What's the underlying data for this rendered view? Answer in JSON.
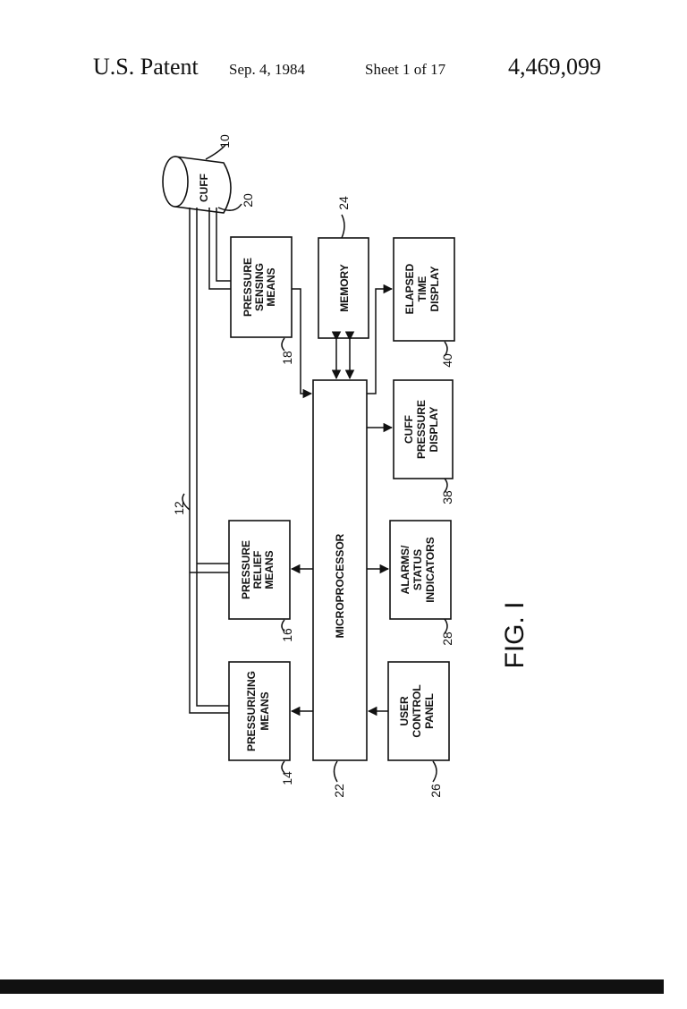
{
  "header": {
    "title": "U.S. Patent",
    "date": "Sep. 4, 1984",
    "sheet": "Sheet 1 of 17",
    "patent_number": "4,469,099"
  },
  "blocks": {
    "cuff": [
      "CUFF"
    ],
    "pressure_sensing": [
      "PRESSURE",
      "SENSING",
      "MEANS"
    ],
    "memory": [
      "MEMORY"
    ],
    "elapsed_time": [
      "ELAPSED",
      "TIME",
      "DISPLAY"
    ],
    "microprocessor": [
      "MICROPROCESSOR"
    ],
    "cuff_pressure": [
      "CUFF",
      "PRESSURE",
      "DISPLAY"
    ],
    "pressure_relief": [
      "PRESSURE",
      "RELIEF",
      "MEANS"
    ],
    "alarms": [
      "ALARMS/",
      "STATUS",
      "INDICATORS"
    ],
    "pressurizing": [
      "PRESSURIZING",
      "MEANS"
    ],
    "user_control": [
      "USER",
      "CONTROL",
      "PANEL"
    ]
  },
  "refs": {
    "cuff": "10",
    "hose_sense": "20",
    "memory": "24",
    "pressure_sensing": "18",
    "elapsed_time": "40",
    "cuff_pressure": "38",
    "hose_main": "12",
    "pressure_relief": "16",
    "alarms": "28",
    "pressurizing": "14",
    "microprocessor": "22",
    "user_control": "26"
  },
  "figure_label": "FIG. I"
}
